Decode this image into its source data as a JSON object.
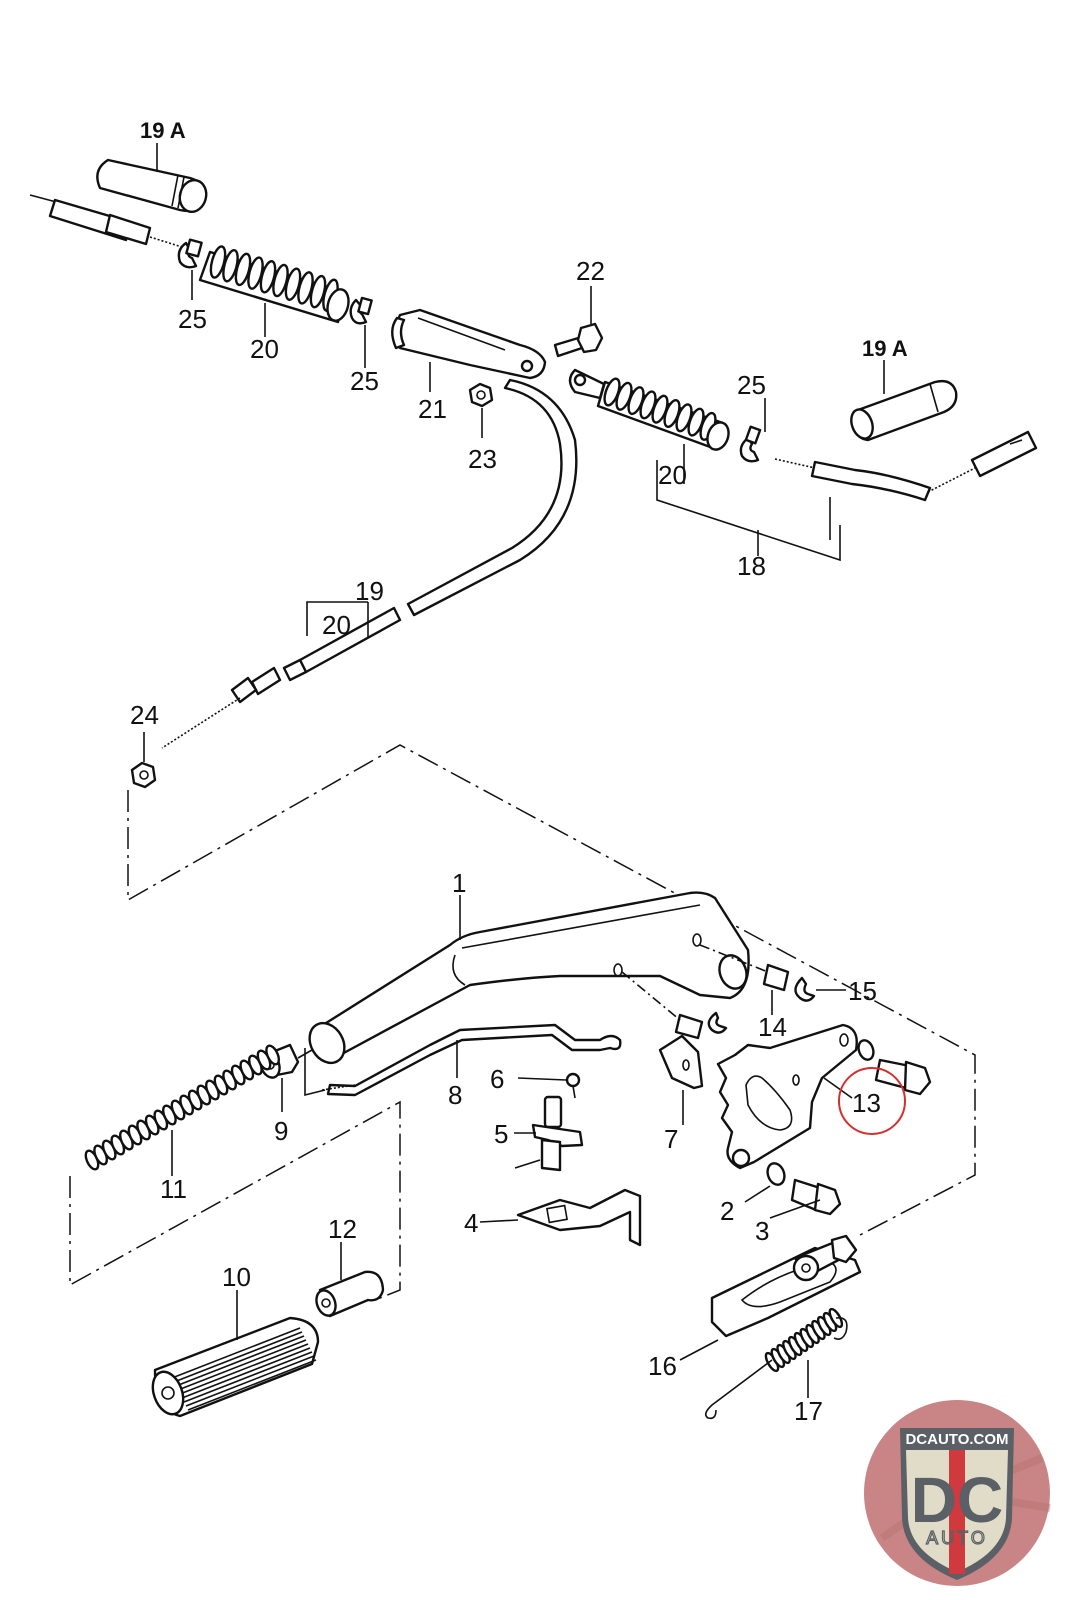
{
  "diagram": {
    "title": "Parking brake lever and cables — exploded parts diagram",
    "highlighted_part": "13",
    "highlight_color": "#d32f2f",
    "callouts": [
      {
        "id": "19A-left",
        "label": "19 A"
      },
      {
        "id": "25-left",
        "label": "25"
      },
      {
        "id": "20-left",
        "label": "20"
      },
      {
        "id": "25-mid",
        "label": "25"
      },
      {
        "id": "21",
        "label": "21"
      },
      {
        "id": "22",
        "label": "22"
      },
      {
        "id": "23",
        "label": "23"
      },
      {
        "id": "19A-right",
        "label": "19 A"
      },
      {
        "id": "25-right",
        "label": "25"
      },
      {
        "id": "20-right",
        "label": "20"
      },
      {
        "id": "18",
        "label": "18"
      },
      {
        "id": "19",
        "label": "19"
      },
      {
        "id": "20-bracket",
        "label": "20"
      },
      {
        "id": "24",
        "label": "24"
      },
      {
        "id": "1",
        "label": "1"
      },
      {
        "id": "15",
        "label": "15"
      },
      {
        "id": "14",
        "label": "14"
      },
      {
        "id": "8",
        "label": "8"
      },
      {
        "id": "9",
        "label": "9"
      },
      {
        "id": "6",
        "label": "6"
      },
      {
        "id": "5",
        "label": "5"
      },
      {
        "id": "7",
        "label": "7"
      },
      {
        "id": "13",
        "label": "13"
      },
      {
        "id": "11",
        "label": "11"
      },
      {
        "id": "2",
        "label": "2"
      },
      {
        "id": "3",
        "label": "3"
      },
      {
        "id": "4",
        "label": "4"
      },
      {
        "id": "12",
        "label": "12"
      },
      {
        "id": "10",
        "label": "10"
      },
      {
        "id": "16",
        "label": "16"
      },
      {
        "id": "17",
        "label": "17"
      }
    ]
  },
  "logo": {
    "top_text": "DCAUTO.COM",
    "mark_text": "DC",
    "bottom_text": "AUTO",
    "colors": {
      "background": "#c98585",
      "shield": "#e0dcc8",
      "letters": "#5b6066",
      "stripe": "#d0393d"
    }
  }
}
